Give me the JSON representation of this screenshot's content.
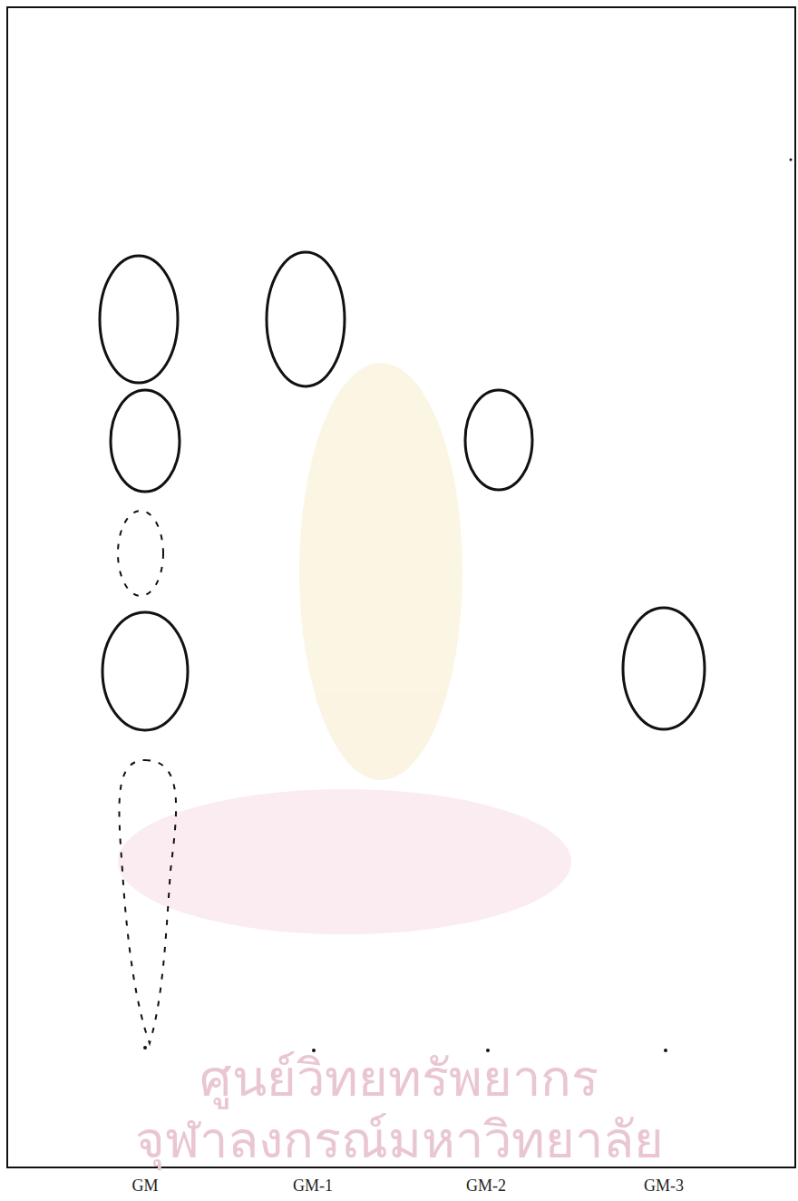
{
  "diagram": {
    "labels": [
      "ศูนย์วิทยทรัพยากร",
      "จุฬาลงกรณ์มหาวิทยาลัย",
      "GM",
      "GM-1",
      "GM-2",
      "GM-3"
    ]
  }
}
